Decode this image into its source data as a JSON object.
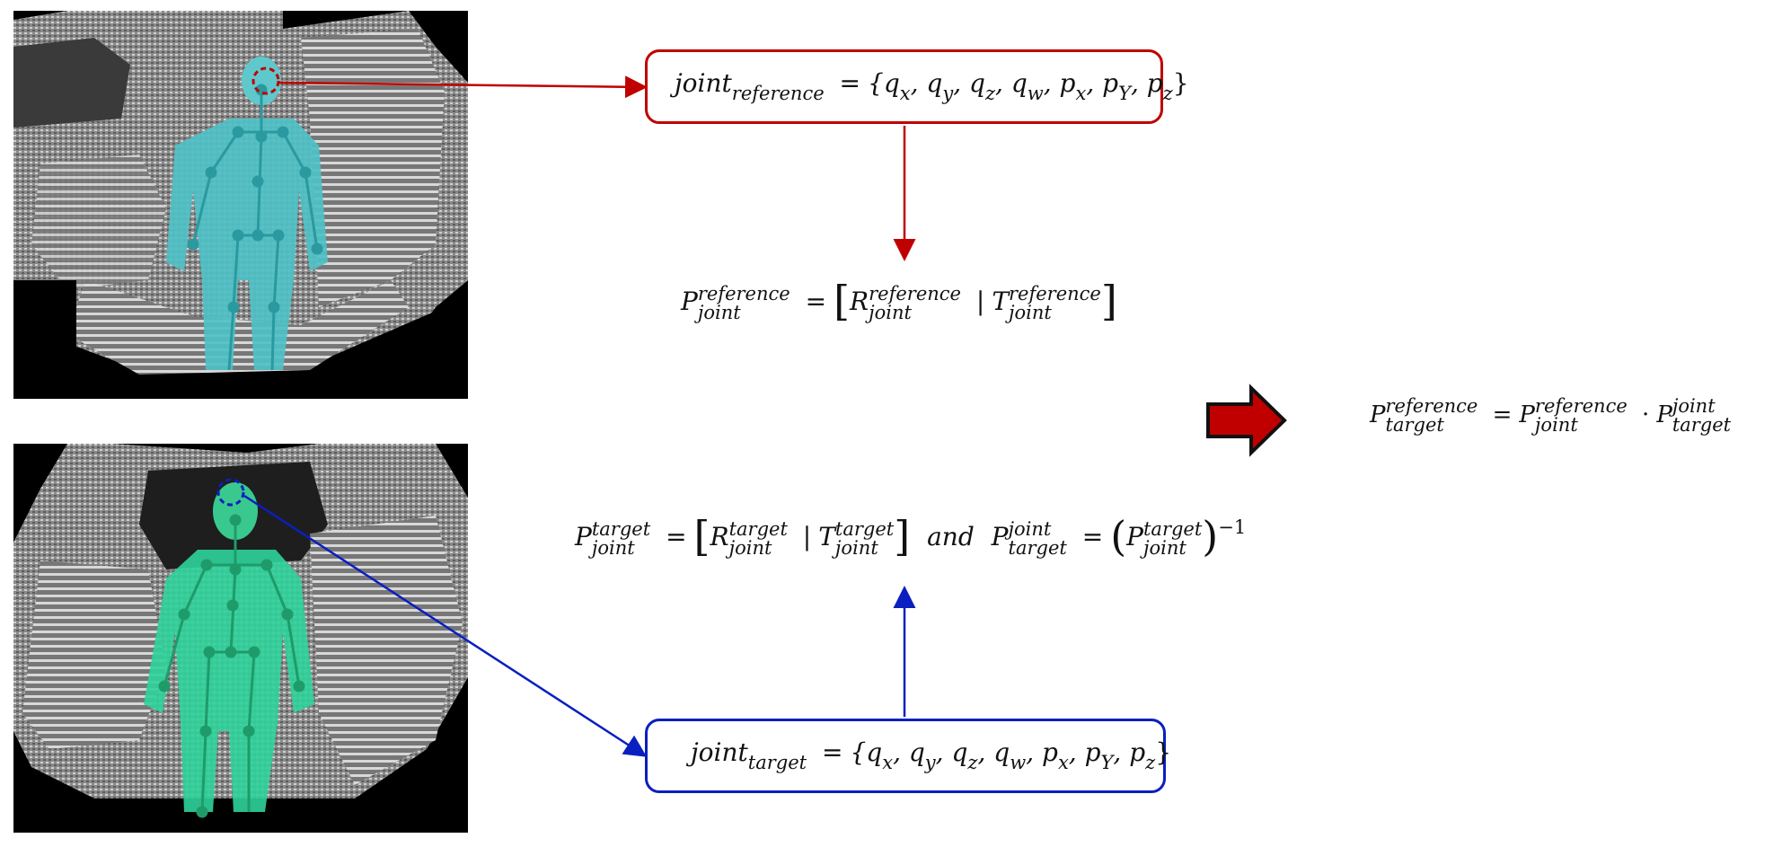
{
  "reference_box": {
    "joint": "joint",
    "subscript": "reference",
    "equals": "=",
    "params": "{q",
    "components": [
      "x",
      "y",
      "z",
      "w"
    ],
    "p_components": [
      "x",
      "Y",
      "z"
    ]
  },
  "target_box": {
    "joint": "joint",
    "subscript": "target",
    "equals": "=",
    "params": "{q",
    "components": [
      "x",
      "y",
      "z",
      "w"
    ],
    "p_components": [
      "x",
      "Y",
      "z"
    ]
  },
  "ref_pose_eq": {
    "P": "P",
    "R": "R",
    "T": "T",
    "sup": "reference",
    "sub": "joint",
    "equals": "="
  },
  "tgt_pose_eq": {
    "P": "P",
    "sup": "target",
    "sub": "joint",
    "and": "and",
    "inv_sup": "joint",
    "inv_sub": "target",
    "exp": "−1"
  },
  "result_eq": {
    "lhs_sup": "reference",
    "lhs_sub": "target",
    "r1_sup": "reference",
    "r1_sub": "joint",
    "dot": "·",
    "r2_sup": "joint",
    "r2_sub": "target"
  },
  "colors": {
    "reference_accent": "#c00000",
    "target_accent": "#0a1fbf",
    "reference_skeleton": "#4fd0d6",
    "target_skeleton": "#2ed39a",
    "arrow_fill": "#c00000"
  },
  "images": {
    "reference": "depth-point-cloud-person-cyan-skeleton",
    "target": "depth-point-cloud-person-green-skeleton"
  }
}
